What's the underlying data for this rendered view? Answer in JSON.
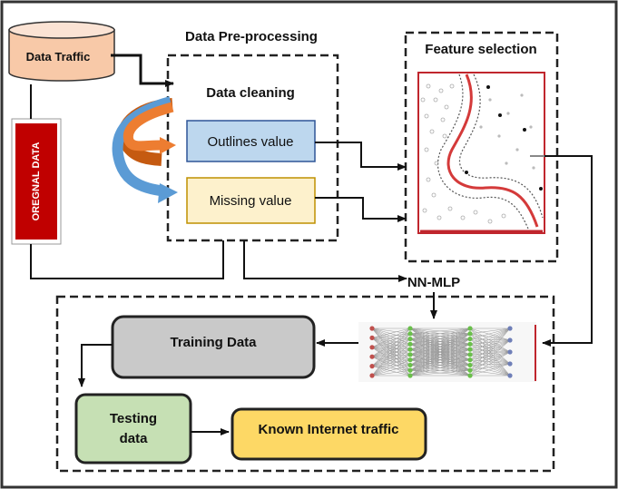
{
  "nodes": {
    "data_traffic": "Data Traffic",
    "oregnal_data": "OREGNAL DATA",
    "preprocessing_title": "Data Pre-processing",
    "data_cleaning": "Data cleaning",
    "outlines_value": "Outlines value",
    "missing_value": "Missing value",
    "feature_selection": "Feature selection",
    "nn_mlp": "NN-MLP",
    "training_data": "Training Data",
    "testing_data_line1": "Testing",
    "testing_data_line2": "data",
    "known_internet_traffic": "Known Internet  traffic"
  },
  "colors": {
    "cylinder_fill": "#f8c9a8",
    "red_box": "#c00000",
    "outlines_fill": "#bdd7ee",
    "missing_fill": "#fdf1cc",
    "training_fill": "#c9c9c9",
    "testing_fill": "#c6e0b4",
    "known_fill": "#fdd865",
    "orange_arrow": "#ed7d31",
    "blue_arrow": "#5b9bd5",
    "brown_arrow": "#c55a11"
  }
}
